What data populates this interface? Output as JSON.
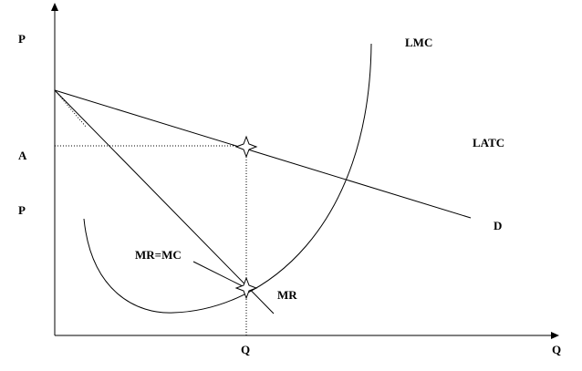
{
  "axes": {
    "y_label": "P",
    "x_label": "Q"
  },
  "y_ticks": {
    "a": "A",
    "p": "P"
  },
  "x_ticks": {
    "q": "Q"
  },
  "curves": {
    "lmc": "LMC",
    "latc": "LATC",
    "demand": "D",
    "mr": "MR",
    "mr_mc": "MR=MC"
  }
}
